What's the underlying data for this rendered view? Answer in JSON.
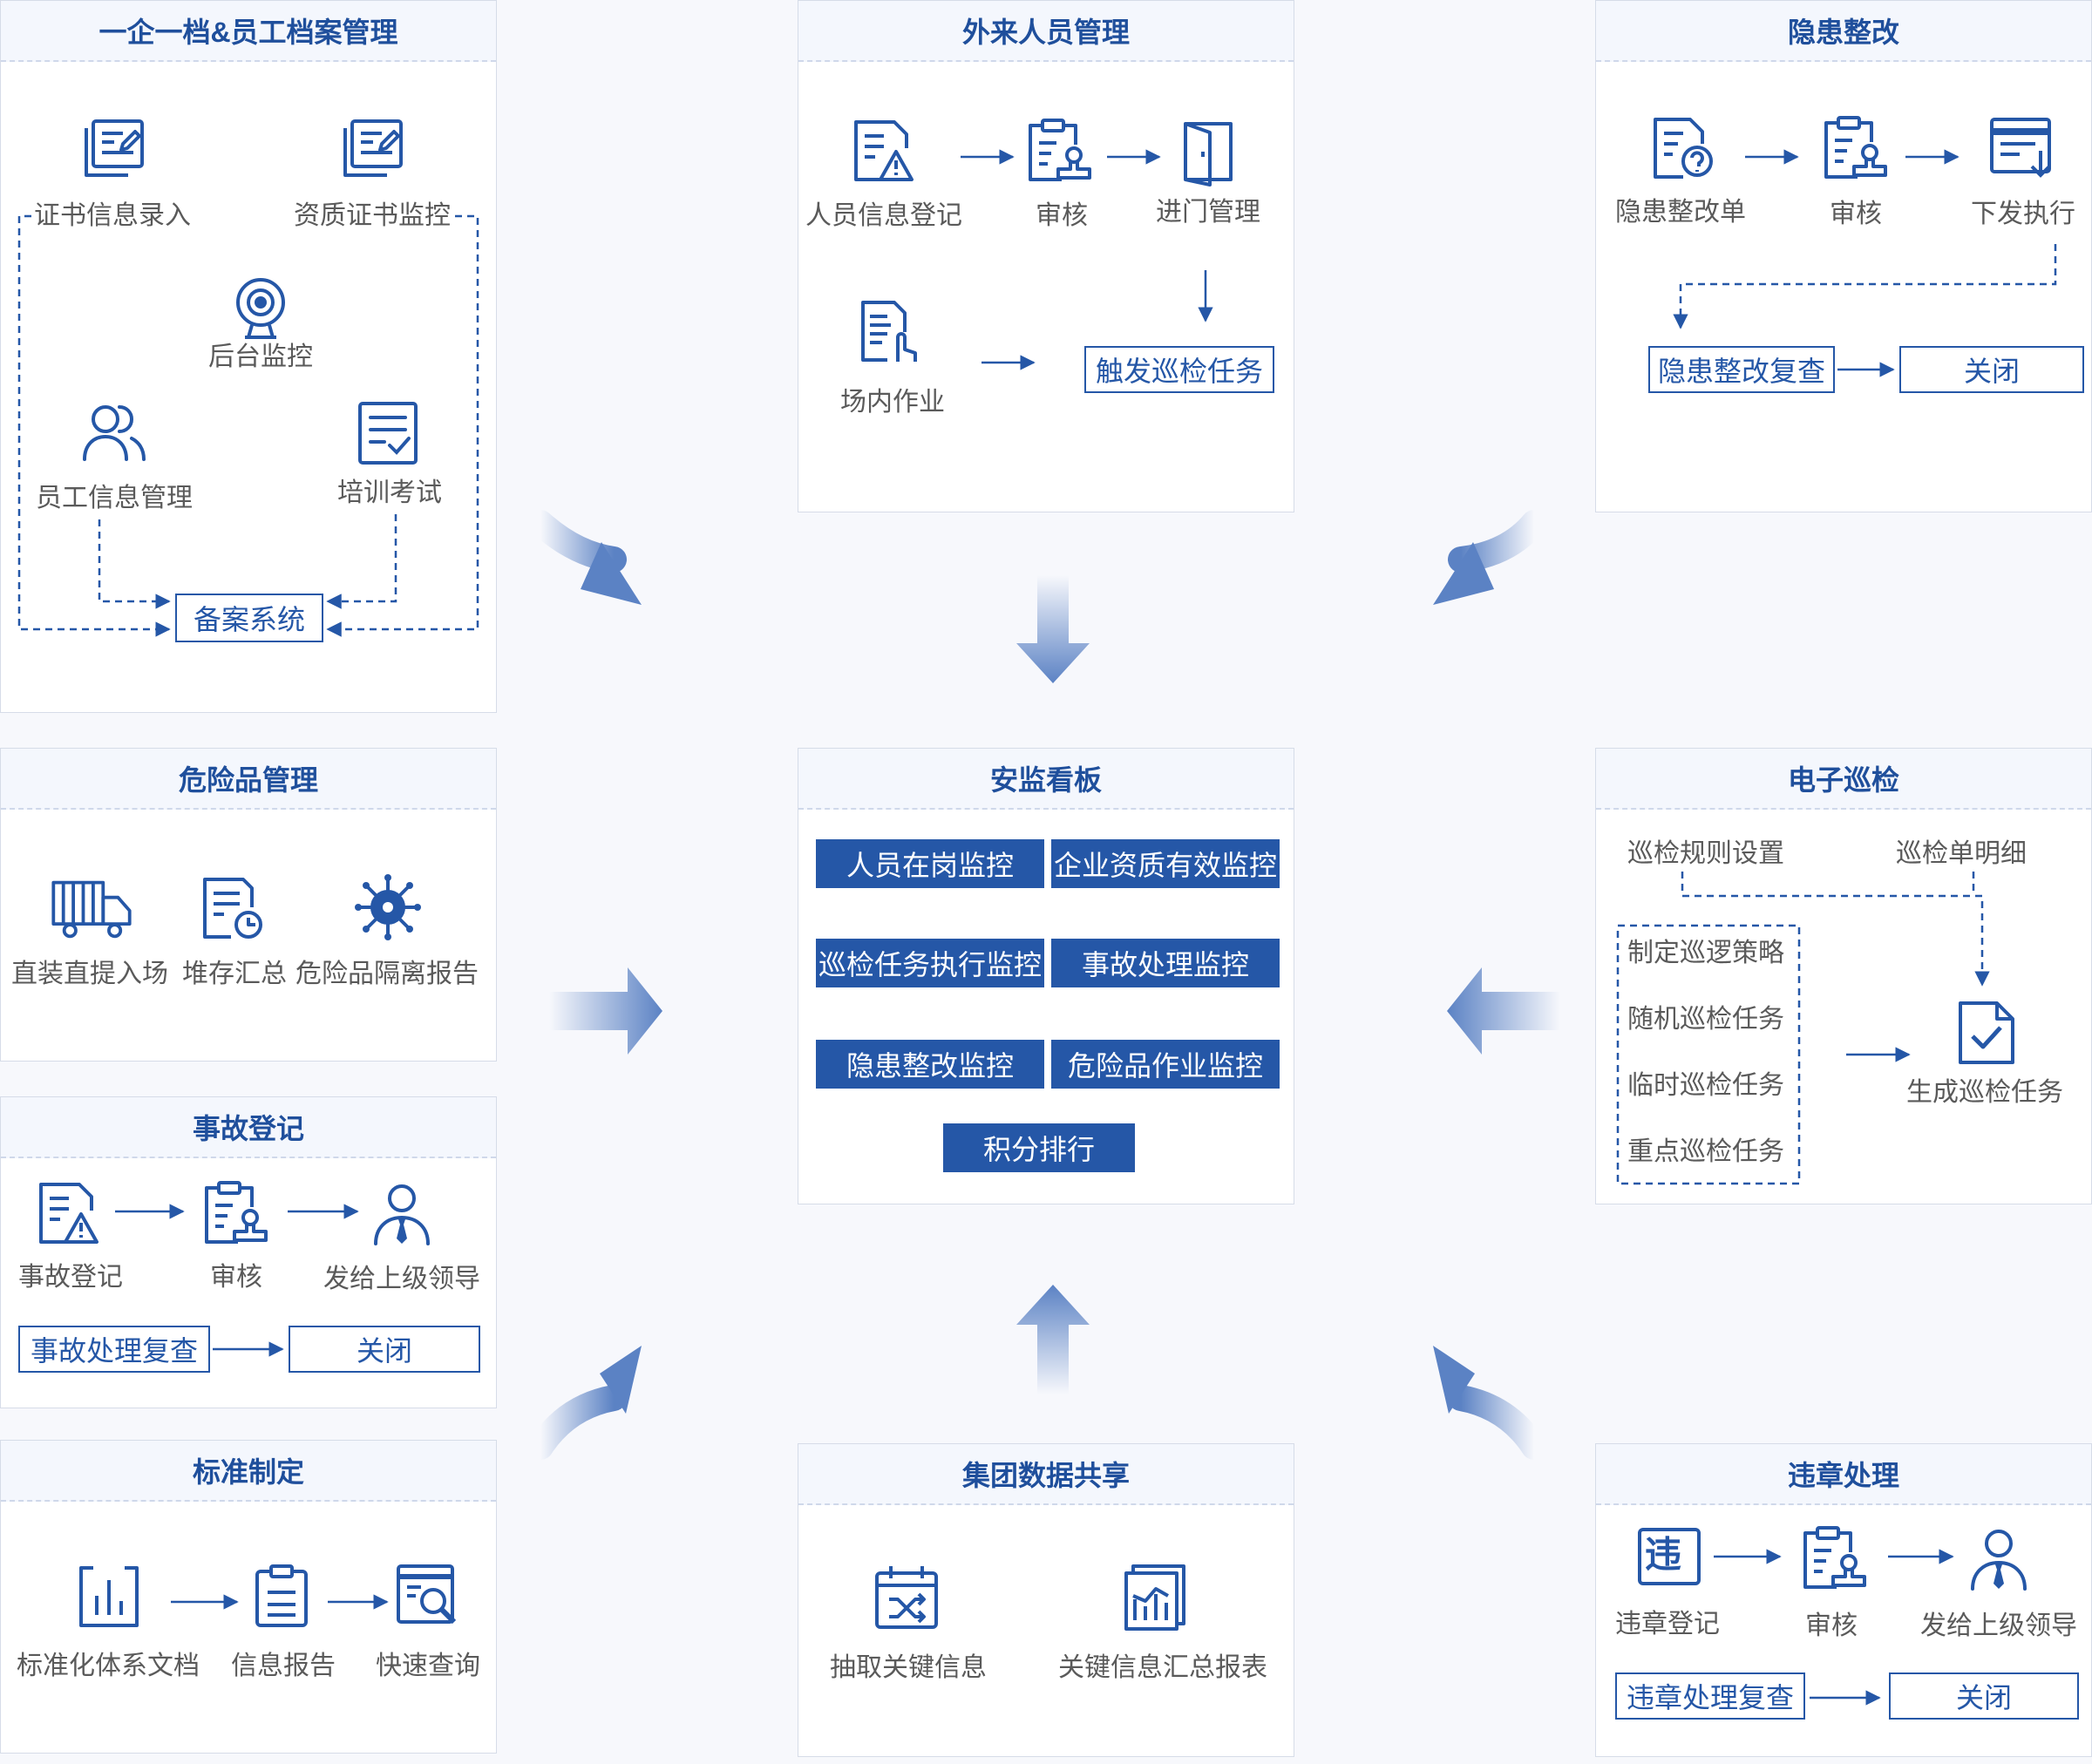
{
  "colors": {
    "accent": "#2557a7",
    "panel_header_bg": "#f4f7fd",
    "flow_arrow": "#5b82c4"
  },
  "panels": {
    "archive": {
      "title": "一企一档&员工档案管理",
      "items": [
        "证书信息录入",
        "资质证书监控",
        "后台监控",
        "员工信息管理",
        "培训考试"
      ],
      "box": "备案系统"
    },
    "visitor": {
      "title": "外来人员管理",
      "items": [
        "人员信息登记",
        "审核",
        "进门管理",
        "场内作业"
      ],
      "box": "触发巡检任务"
    },
    "hazard": {
      "title": "隐患整改",
      "items": [
        "隐患整改单",
        "审核",
        "下发执行"
      ],
      "boxes": [
        "隐患整改复查",
        "关闭"
      ]
    },
    "dangerous": {
      "title": "危险品管理",
      "items": [
        "直装直提入场",
        "堆存汇总",
        "危险品隔离报告"
      ]
    },
    "board": {
      "title": "安监看板",
      "buttons": [
        "人员在岗监控",
        "企业资质有效监控",
        "巡检任务执行监控",
        "事故处理监控",
        "隐患整改监控",
        "危险品作业监控",
        "积分排行"
      ]
    },
    "patrol": {
      "title": "电子巡检",
      "items": [
        "巡检规则设置",
        "巡检单明细",
        "制定巡逻策略",
        "随机巡检任务",
        "临时巡检任务",
        "重点巡检任务",
        "生成巡检任务"
      ]
    },
    "accident": {
      "title": "事故登记",
      "items": [
        "事故登记",
        "审核",
        "发给上级领导"
      ],
      "boxes": [
        "事故处理复查",
        "关闭"
      ]
    },
    "standard": {
      "title": "标准制定",
      "items": [
        "标准化体系文档",
        "信息报告",
        "快速查询"
      ]
    },
    "group": {
      "title": "集团数据共享",
      "items": [
        "抽取关键信息",
        "关键信息汇总报表"
      ]
    },
    "violation": {
      "title": "违章处理",
      "items": [
        "违章登记",
        "审核",
        "发给上级领导"
      ],
      "boxes": [
        "违章处理复查",
        "关闭"
      ],
      "icon_glyph": "违"
    }
  },
  "icons": [
    "doc-edit-icon",
    "webcam-icon",
    "users-icon",
    "check-list-icon",
    "doc-warning-icon",
    "clipboard-stamp-icon",
    "door-icon",
    "doc-hand-icon",
    "doc-question-icon",
    "window-download-icon",
    "truck-icon",
    "doc-clock-icon",
    "hazard-virus-icon",
    "doc-check-icon",
    "leader-icon",
    "bar-chart-doc-icon",
    "clipboard-icon",
    "search-doc-icon",
    "calendar-shuffle-icon",
    "report-chart-icon"
  ]
}
